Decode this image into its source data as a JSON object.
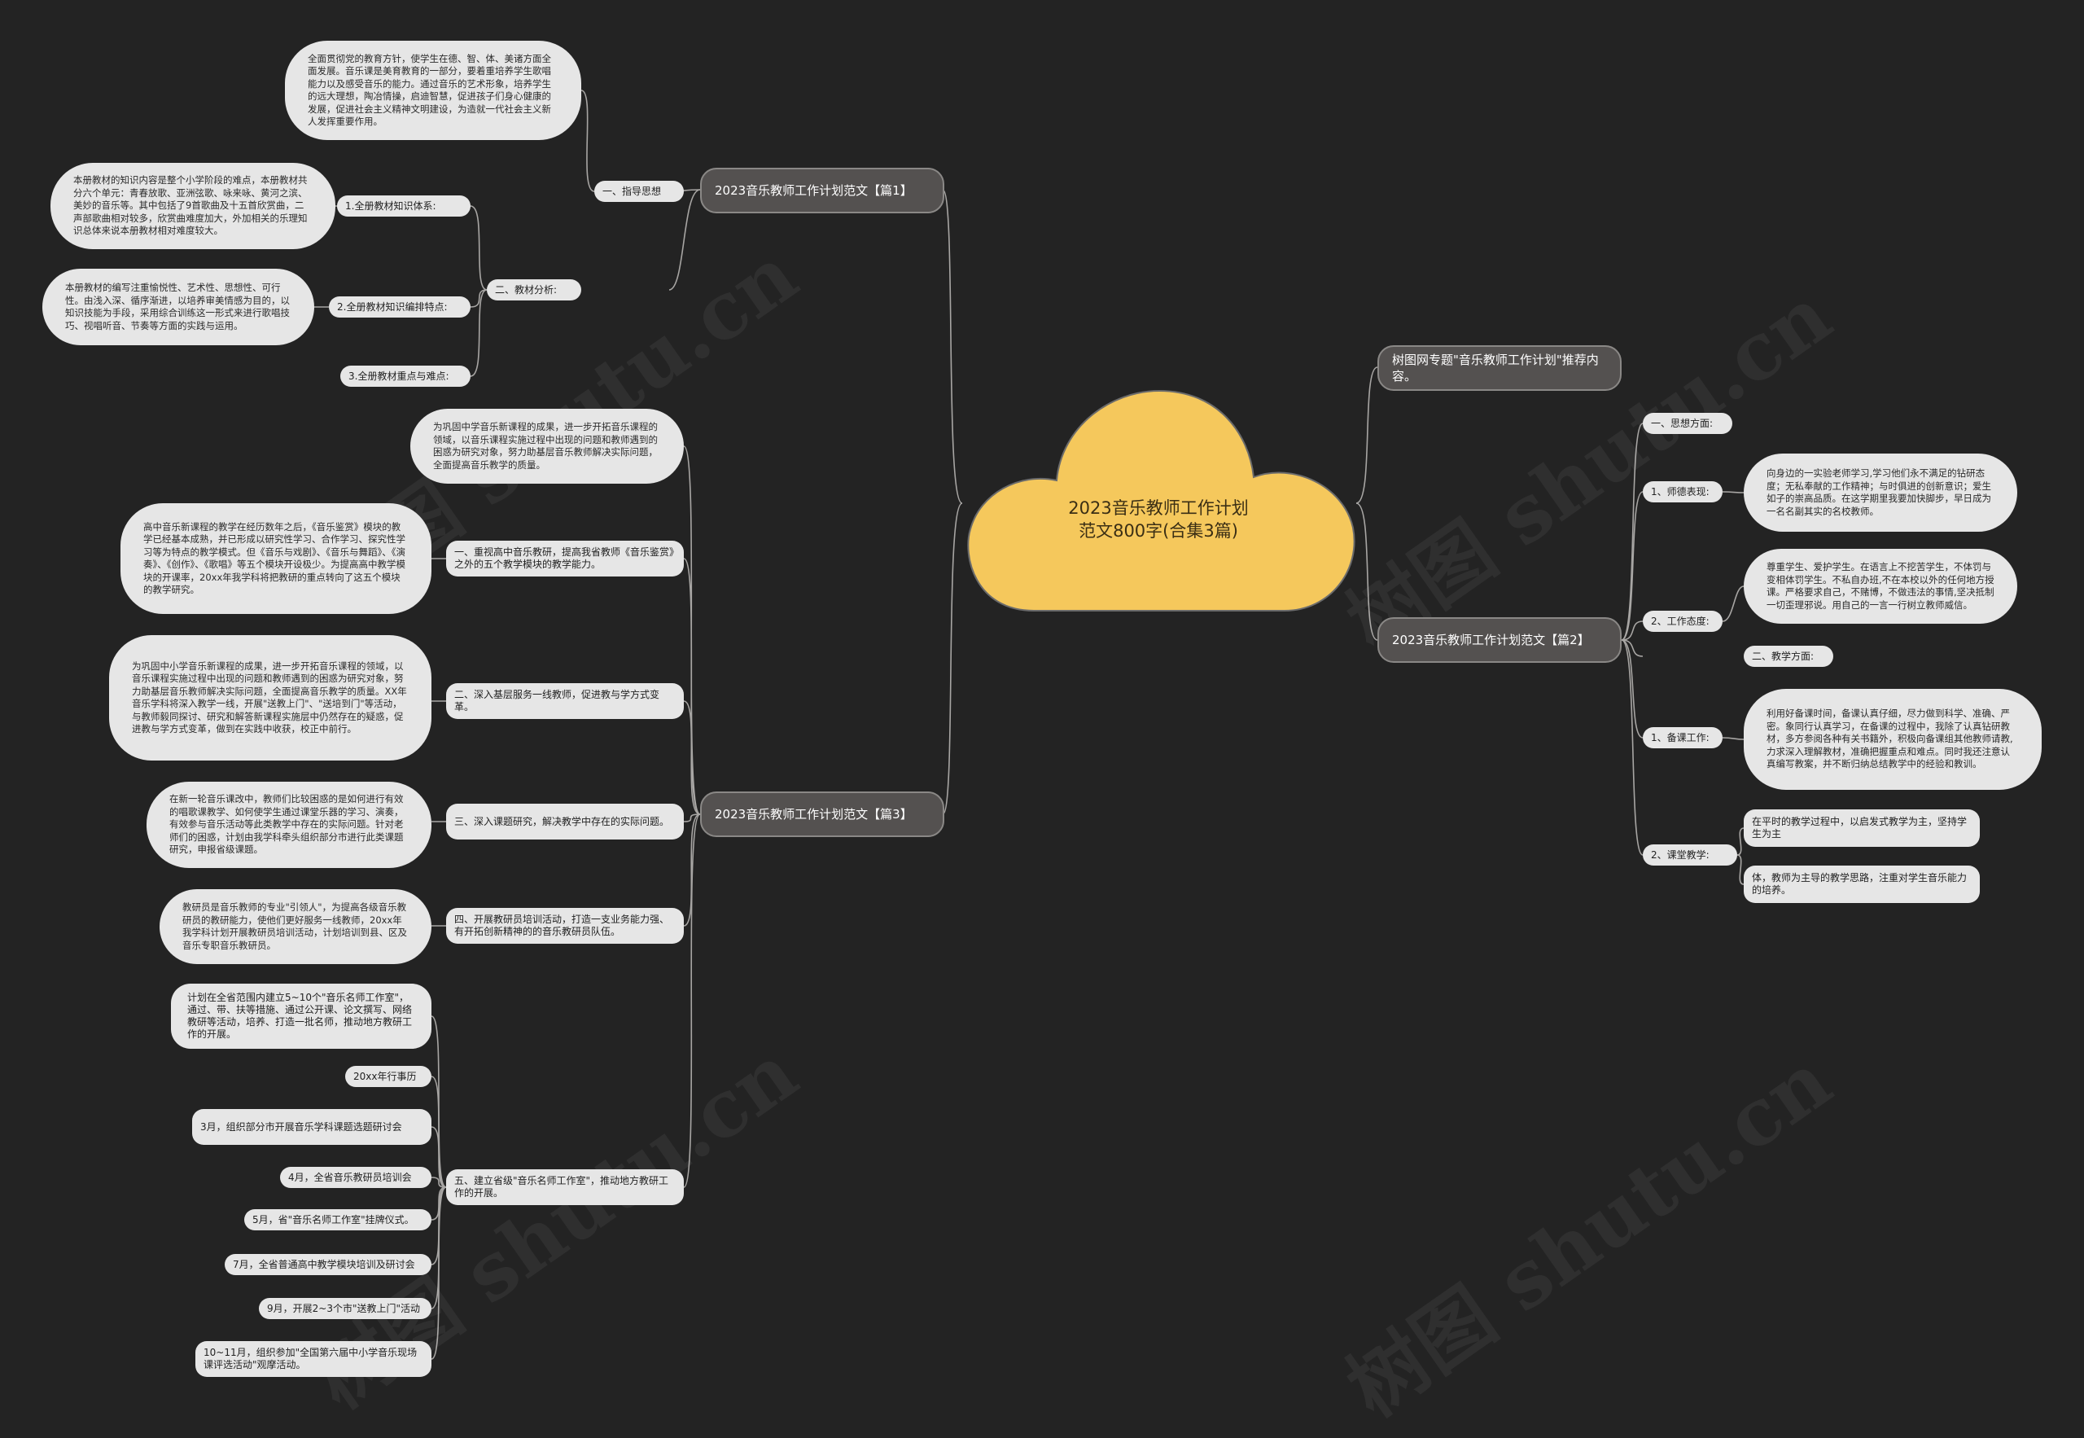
{
  "watermark": "树图 shutu.cn",
  "center": {
    "title": "2023音乐教师工作计划范文800字(合集3篇)",
    "color": "#f5c85c"
  },
  "branches": {
    "b1": "2023音乐教师工作计划范文【篇1】",
    "b2": "树图网专题\"音乐教师工作计划\"推荐内容。",
    "b3": "2023音乐教师工作计划范文【篇2】",
    "b4": "2023音乐教师工作计划范文【篇3】"
  },
  "p1": {
    "s1": "一、指导思想",
    "t1": "全面贯彻党的教育方针，使学生在德、智、体、美诸方面全面发展。音乐课是美育教育的一部分，要着重培养学生歌唱能力以及感受音乐的能力。通过音乐的艺术形象，培养学生的远大理想，陶冶情操，启迪智慧，促进孩子们身心健康的发展，促进社会主义精神文明建设，为造就一代社会主义新人发挥重要作用。",
    "s2": "二、教材分析:",
    "s2a": "1.全册教材知识体系:",
    "t2a": "本册教材的知识内容是整个小学阶段的难点，本册教材共分六个单元：青春放歌、亚洲弦歌、咏来咏、黄河之滨、美妙的音乐等。其中包括了9首歌曲及十五首欣赏曲，二声部歌曲相对较多，欣赏曲难度加大，外加相关的乐理知识总体来说本册教材相对难度较大。",
    "s2b": "2.全册教材知识编排特点:",
    "t2b": "本册教材的编写注重愉悦性、艺术性、思想性、可行性。由浅入深、循序渐进，以培养审美情感为目的，以知识技能为手段，采用综合训练这一形式来进行歌唱技巧、视唱听音、节奏等方面的实践与运用。",
    "s2c": "3.全册教材重点与难点:"
  },
  "p2": {
    "s1": "一、思想方面:",
    "s1a": "1、师德表现:",
    "t1a": "向身边的一实验老师学习,学习他们永不满足的钻研态度；无私奉献的工作精神；与时俱进的创新意识；爱生如子的崇高品质。在这学期里我要加快脚步，早日成为一名名副其实的名校教师。",
    "s1b": "2、工作态度:",
    "t1b": "尊重学生、爱护学生。在语言上不挖苦学生，不体罚与变相体罚学生。不私自办班,不在本校以外的任何地方授课。严格要求自己，不赌博，不做违法的事情,坚决抵制一切歪理邪说。用自己的一言一行树立教师威信。",
    "s2": "二、教学方面:",
    "s2a": "1、备课工作:",
    "t2a": "利用好备课时间，备课认真仔细，尽力做到科学、准确、严密。象同行认真学习，在备课的过程中，我除了认真钻研教材，多方参阅各种有关书籍外，积极向备课组其他教师请教,力求深入理解教材，准确把握重点和难点。同时我还注意认真编写教案，并不断归纳总结教学中的经验和教训。",
    "s2b": "2、课堂教学:",
    "t2b1": "在平时的教学过程中，以启发式教学为主，坚持学生为主",
    "t2b2": "体，教师为主导的教学思路，注重对学生音乐能力的培养。"
  },
  "p3": {
    "t0": "为巩固中学音乐新课程的成果，进一步开拓音乐课程的领域，以音乐课程实施过程中出现的问题和教师遇到的困惑为研究对象，努力助基层音乐教师解决实际问题，全面提高音乐教学的质量。",
    "s1": "一、重视高中音乐教研，提高我省教师《音乐鉴赏》之外的五个教学模块的教学能力。",
    "t1": "高中音乐新课程的教学在经历数年之后，《音乐鉴赏》模块的教学已经基本成熟，并已形成以研究性学习、合作学习、探究性学习等为特点的教学模式。但《音乐与戏剧》、《音乐与舞蹈》、《演奏》、《创作》、《歌唱》等五个模块开设极少。为提高高中教学模块的开课率，20xx年我学科将把教研的重点转向了这五个模块的教学研究。",
    "s2": "二、深入基层服务一线教师，促进教与学方式变革。",
    "t2": "为巩固中小学音乐新课程的成果，进一步开拓音乐课程的领域，以音乐课程实施过程中出现的问题和教师遇到的困惑为研究对象，努力助基层音乐教师解决实际问题，全面提高音乐教学的质量。XX年音乐学科将深入教学一线，开展\"送教上门\"、\"送培到门\"等活动，与教师毅同探讨、研究和解答新课程实施层中仍然存在的疑惑，促进教与学方式变革，做到在实践中收获，校正中前行。",
    "s3": "三、深入课题研究，解决教学中存在的实际问题。",
    "t3": "在新一轮音乐课改中，教师们比较困惑的是如何进行有效的唱歌课教学、如何使学生通过课堂乐器的学习、演奏，有效参与音乐活动等此类教学中存在的实际问题。针对老师们的困惑，计划由我学科牵头组织部分市进行此类课题研究，申报省级课题。",
    "s4": "四、开展教研员培训活动，打造一支业务能力强、有开拓创新精神的的音乐教研员队伍。",
    "t4": "教研员是音乐教师的专业\"引领人\"，为提高各级音乐教研员的教研能力，使他们更好服务一线教师，20xx年我学科计划开展教研员培训活动，计划培训到县、区及音乐专职音乐教研员。",
    "s5": "五、建立省级\"音乐名师工作室\"，推动地方教研工作的开展。",
    "t5": "计划在全省范围内建立5~10个\"音乐名师工作室\"，通过、带、扶等措施、通过公开课、论文撰写、网络教研等活动，培养、打造一批名师，推动地方教研工作的开展。",
    "e1": "20xx年行事历",
    "e2": "3月，组织部分市开展音乐学科课题选题研讨会",
    "e3": "4月，全省音乐教研员培训会",
    "e4": "5月，省\"音乐名师工作室\"挂牌仪式。",
    "e5": "7月，全省普通高中教学模块培训及研讨会",
    "e6": "9月，开展2~3个市\"送教上门\"活动",
    "e7": "10~11月，组织参加\"全国第六届中小学音乐现场课评选活动\"观摩活动。"
  }
}
